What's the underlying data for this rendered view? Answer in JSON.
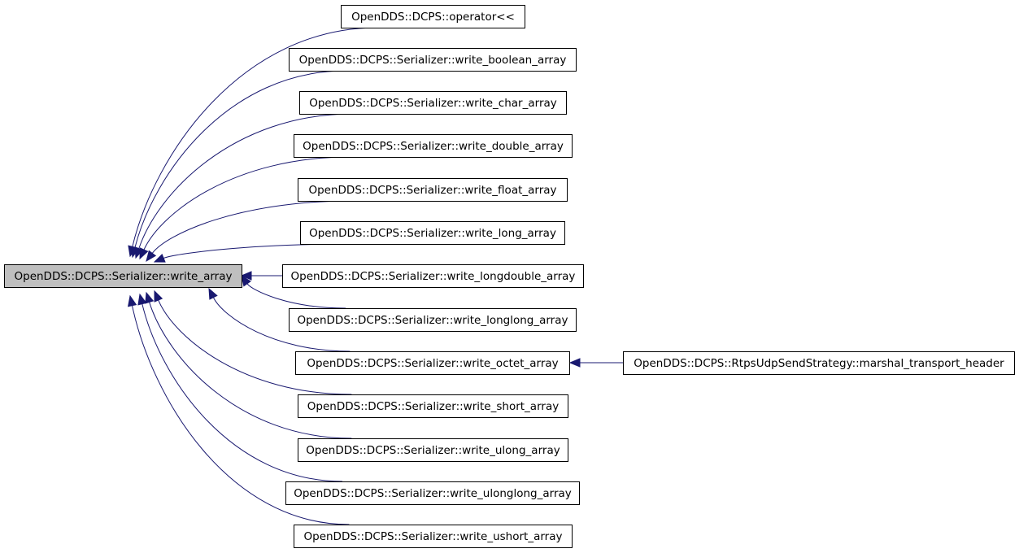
{
  "graph": {
    "root": {
      "id": "write_array",
      "label": "OpenDDS::DCPS::Serializer::write_array"
    },
    "callers": [
      {
        "id": "operator_ll",
        "label": "OpenDDS::DCPS::operator<<"
      },
      {
        "id": "write_boolean_array",
        "label": "OpenDDS::DCPS::Serializer::write_boolean_array"
      },
      {
        "id": "write_char_array",
        "label": "OpenDDS::DCPS::Serializer::write_char_array"
      },
      {
        "id": "write_double_array",
        "label": "OpenDDS::DCPS::Serializer::write_double_array"
      },
      {
        "id": "write_float_array",
        "label": "OpenDDS::DCPS::Serializer::write_float_array"
      },
      {
        "id": "write_long_array",
        "label": "OpenDDS::DCPS::Serializer::write_long_array"
      },
      {
        "id": "write_longdouble_array",
        "label": "OpenDDS::DCPS::Serializer::write_longdouble_array"
      },
      {
        "id": "write_longlong_array",
        "label": "OpenDDS::DCPS::Serializer::write_longlong_array"
      },
      {
        "id": "write_octet_array",
        "label": "OpenDDS::DCPS::Serializer::write_octet_array"
      },
      {
        "id": "write_short_array",
        "label": "OpenDDS::DCPS::Serializer::write_short_array"
      },
      {
        "id": "write_ulong_array",
        "label": "OpenDDS::DCPS::Serializer::write_ulong_array"
      },
      {
        "id": "write_ulonglong_array",
        "label": "OpenDDS::DCPS::Serializer::write_ulonglong_array"
      },
      {
        "id": "write_ushort_array",
        "label": "OpenDDS::DCPS::Serializer::write_ushort_array"
      }
    ],
    "second_level": [
      {
        "id": "marshal_transport_header",
        "label": "OpenDDS::DCPS::RtpsUdpSendStrategy::marshal_transport_header",
        "calls": "write_octet_array"
      }
    ],
    "colors": {
      "edge": "#191970",
      "root_fill": "#bfbfbf",
      "node_fill": "#ffffff",
      "border": "#000000"
    }
  }
}
